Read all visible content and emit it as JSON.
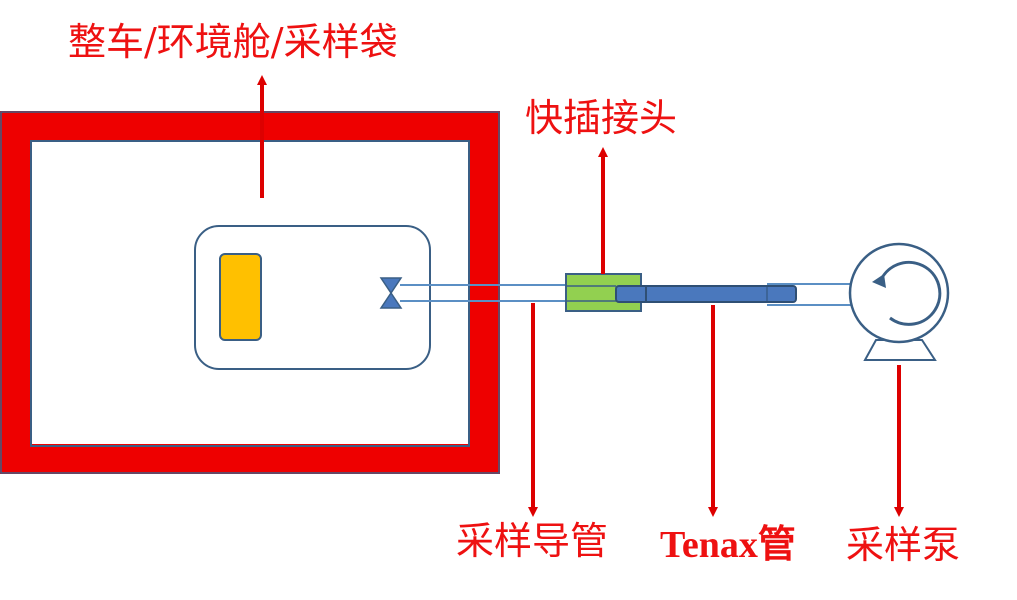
{
  "labels": {
    "chamber": "整车/环境舱/采样袋",
    "quick_connector": "快插接头",
    "sampling_tube": "采样导管",
    "tenax_tube": "Tenax管",
    "sampling_pump": "采样泵"
  },
  "colors": {
    "label": "#ee1111",
    "arrow": "#dd0000",
    "chamber_wall": "#ee0000",
    "outline": "#3a5f85",
    "tube_line": "#5b8fc4",
    "sample": "#ffc000",
    "connector": "#92d050",
    "tenax": "#4a78bd"
  },
  "icons": {
    "valve": "valve-icon",
    "pump": "pump-icon"
  }
}
